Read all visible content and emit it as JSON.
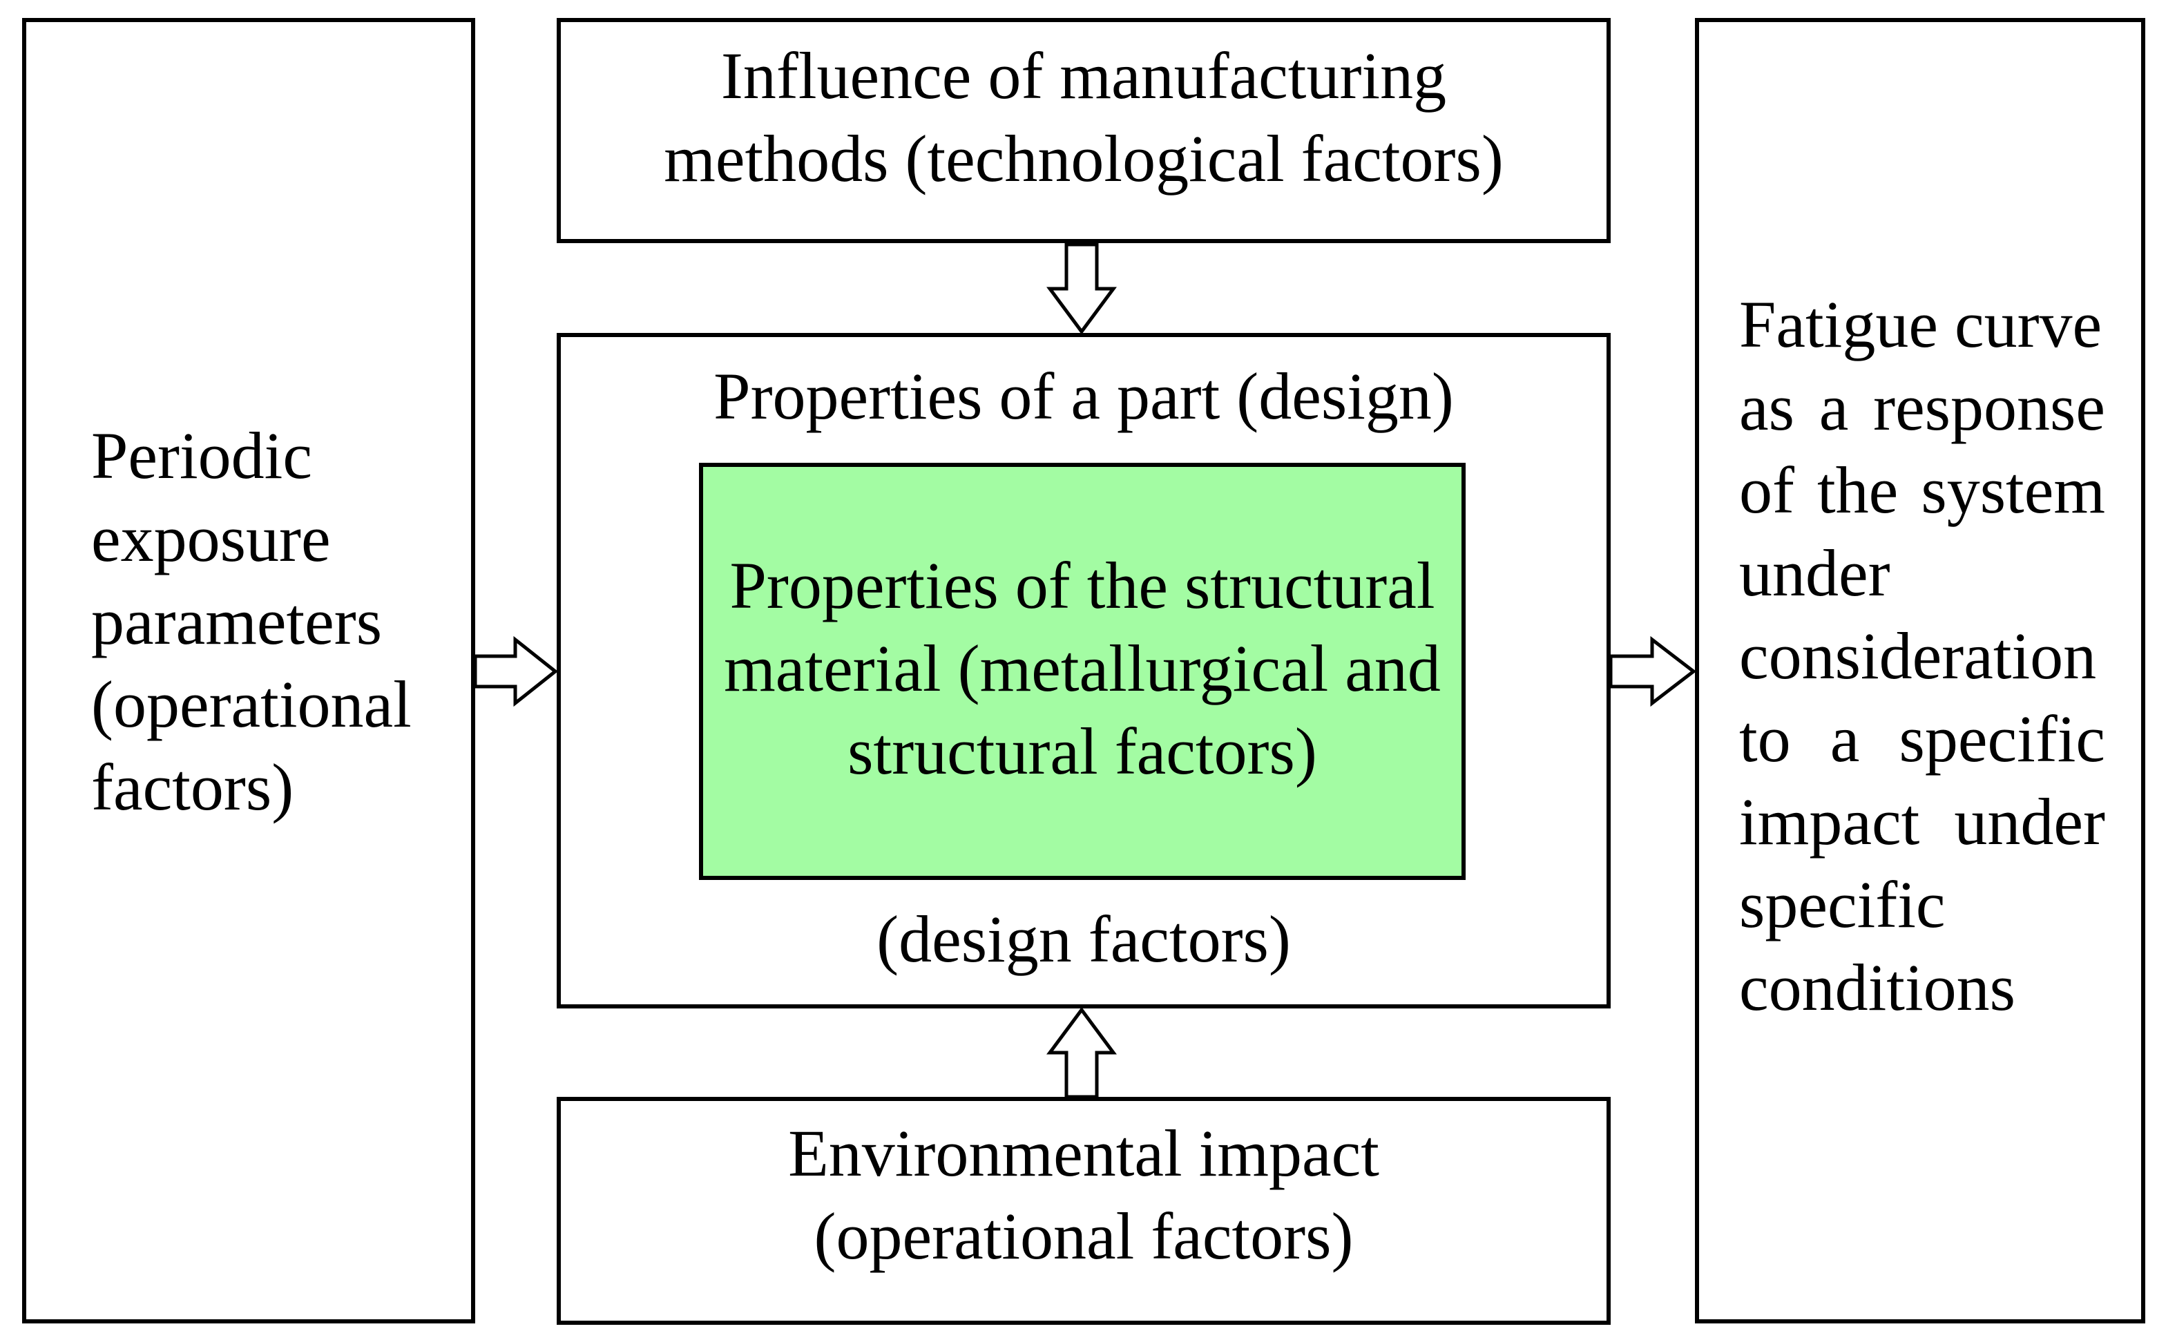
{
  "diagram": {
    "left_box": {
      "lines": [
        "Periodic",
        "exposure",
        "parameters",
        "(operational",
        "factors)"
      ]
    },
    "top_box": {
      "lines": [
        "Influence of manufacturing",
        "methods (technological factors)"
      ]
    },
    "middle_box": {
      "title": "Properties of a part (design)",
      "footer": "(design factors)"
    },
    "inner_box": {
      "lines": [
        "Properties of the structural",
        "material (metallurgical and",
        "structural factors)"
      ],
      "fill_color": "#a3fca3"
    },
    "bottom_box": {
      "lines": [
        "Environmental impact",
        "(operational factors)"
      ]
    },
    "right_box": {
      "lines": [
        "Fatigue curve",
        "as a response",
        "of the system",
        "under",
        "consideration",
        "to a specific",
        "impact under",
        "specific",
        "conditions"
      ]
    },
    "arrows": [
      {
        "from": "top_box",
        "to": "middle_box",
        "style": "hollow"
      },
      {
        "from": "bottom_box",
        "to": "middle_box",
        "style": "hollow"
      },
      {
        "from": "left_box",
        "to": "middle_box",
        "style": "hollow"
      },
      {
        "from": "middle_box",
        "to": "right_box",
        "style": "hollow"
      }
    ]
  }
}
